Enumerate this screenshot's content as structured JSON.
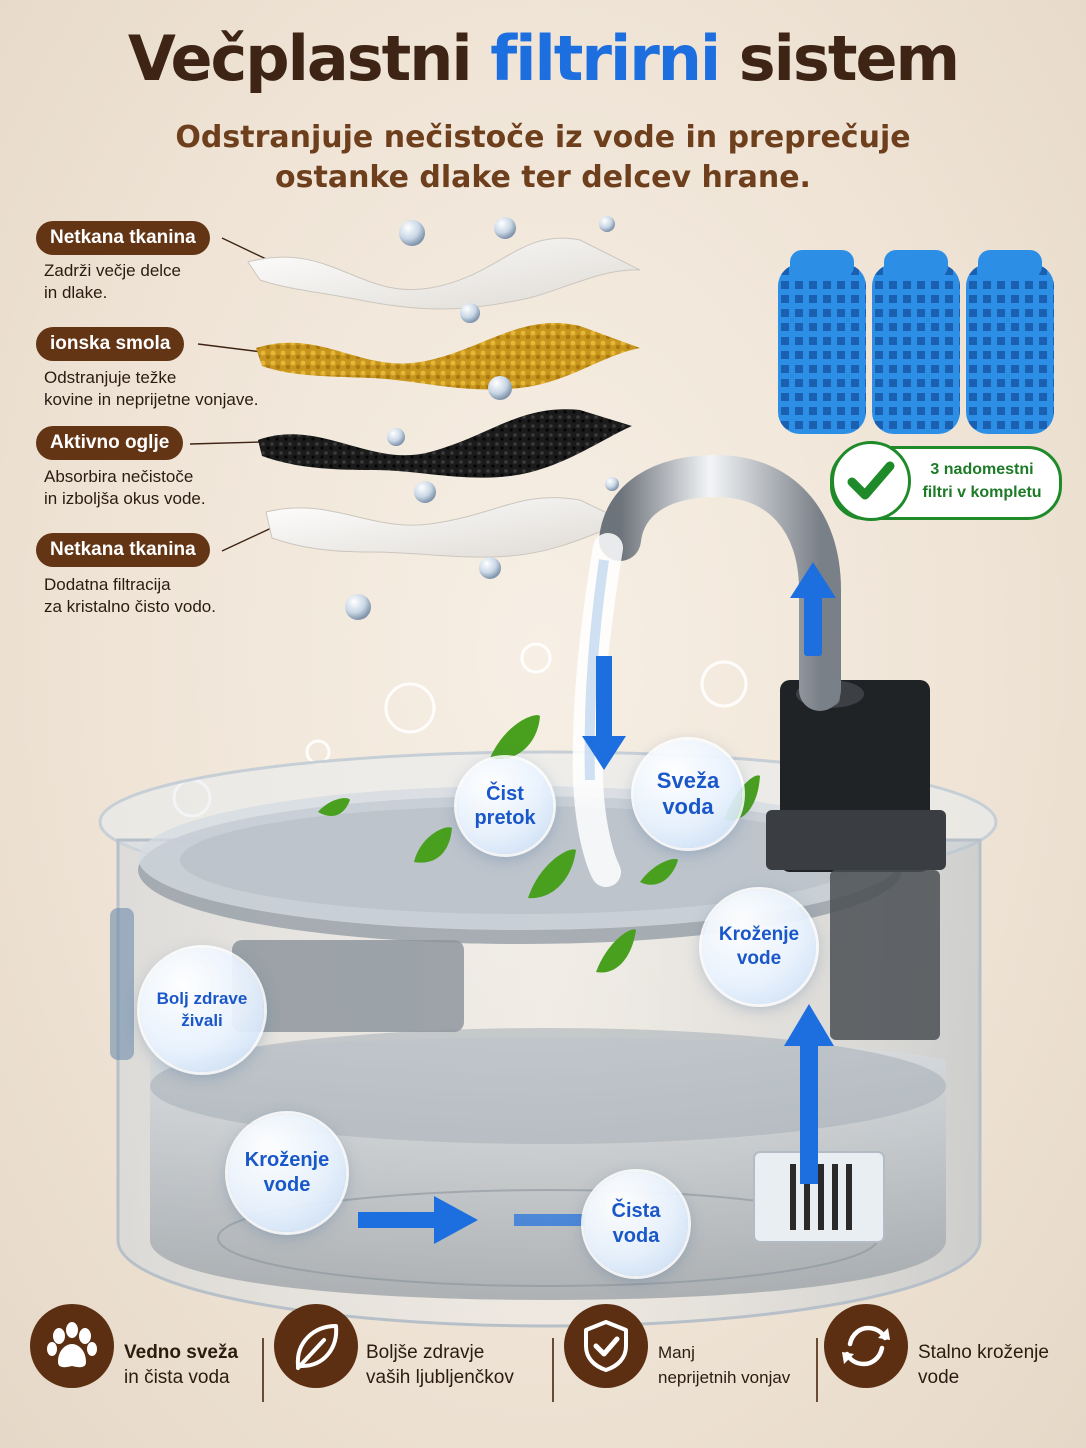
{
  "title": {
    "part1": "Večplastni",
    "accent": "filtrirni",
    "part2": "sistem"
  },
  "subtitle": {
    "line1": "Odstranjuje nečistoče iz vode in preprečuje",
    "line2": "ostanke dlake ter delcev hrane."
  },
  "layers": [
    {
      "tag": "Netkana tkanina",
      "desc1": "Zadrži večje delce",
      "desc2": "in dlake."
    },
    {
      "tag": "ionska smola",
      "desc1": "Odstranjuje težke",
      "desc2": "kovine in neprijetne vonjave."
    },
    {
      "tag": "Aktivno oglje",
      "desc1": "Absorbira nečistoče",
      "desc2": "in izboljša okus vode."
    },
    {
      "tag": "Netkana tkanina",
      "desc1": "Dodatna filtracija",
      "desc2": "za kristalno čisto vodo."
    }
  ],
  "badge": {
    "line1": "3 nadomestni",
    "line2": "filtri v kompletu"
  },
  "bubbles": [
    {
      "line1": "Čist",
      "line2": "pretok"
    },
    {
      "line1": "Sveža",
      "line2": "voda"
    },
    {
      "line1": "Bolj zdrave",
      "line2": "živali"
    },
    {
      "line1": "Kroženje",
      "line2": "vode"
    },
    {
      "line1": "Kroženje",
      "line2": "vode"
    },
    {
      "line1": "Čista",
      "line2": "voda"
    }
  ],
  "features": [
    {
      "line1": "Vedno sveža",
      "line2": "in čista voda",
      "icon": "paw-icon"
    },
    {
      "line1": "Boljše zdravje",
      "line2": "vaših ljubljenčkov",
      "icon": "leaf-icon"
    },
    {
      "line1": "Manj",
      "line2": "neprijetnih vonjav",
      "icon": "shield-check-icon"
    },
    {
      "line1": "Stalno kroženje",
      "line2": "vode",
      "icon": "refresh-icon"
    }
  ],
  "colors": {
    "brown": "#633515",
    "accent_blue": "#1d6fe0",
    "badge_green": "#1f8a2a",
    "filter_blue": "#2d8ee6"
  }
}
